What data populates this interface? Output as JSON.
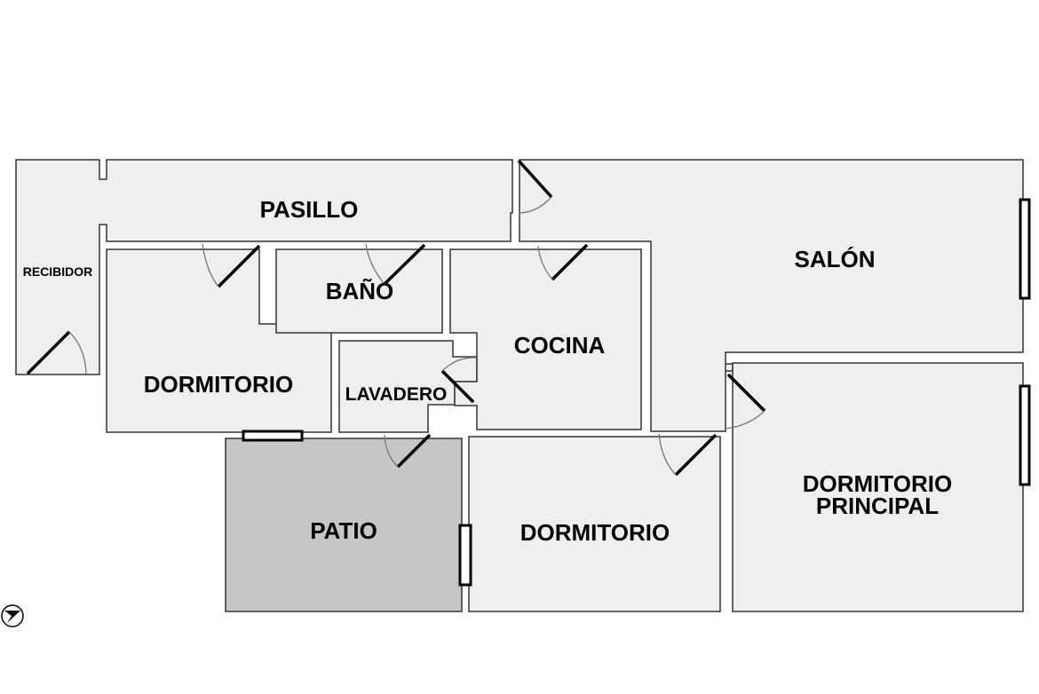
{
  "rooms": {
    "pasillo": "PASILLO",
    "recibidor": "RECIBIDOR",
    "bano": "BAÑO",
    "dormitorio_left": "DORMITORIO",
    "lavadero": "LAVADERO",
    "cocina": "COCINA",
    "salon": "SALÓN",
    "patio": "PATIO",
    "dormitorio_mid": "DORMITORIO",
    "dormitorio_principal_line1": "DORMITORIO",
    "dormitorio_principal_line2": "PRINCIPAL"
  },
  "compass": {
    "icon": "compass-north-arrow-icon"
  },
  "colors": {
    "room_fill": "#efefef",
    "patio_fill": "#c6c6c6",
    "wall": "#333333"
  }
}
